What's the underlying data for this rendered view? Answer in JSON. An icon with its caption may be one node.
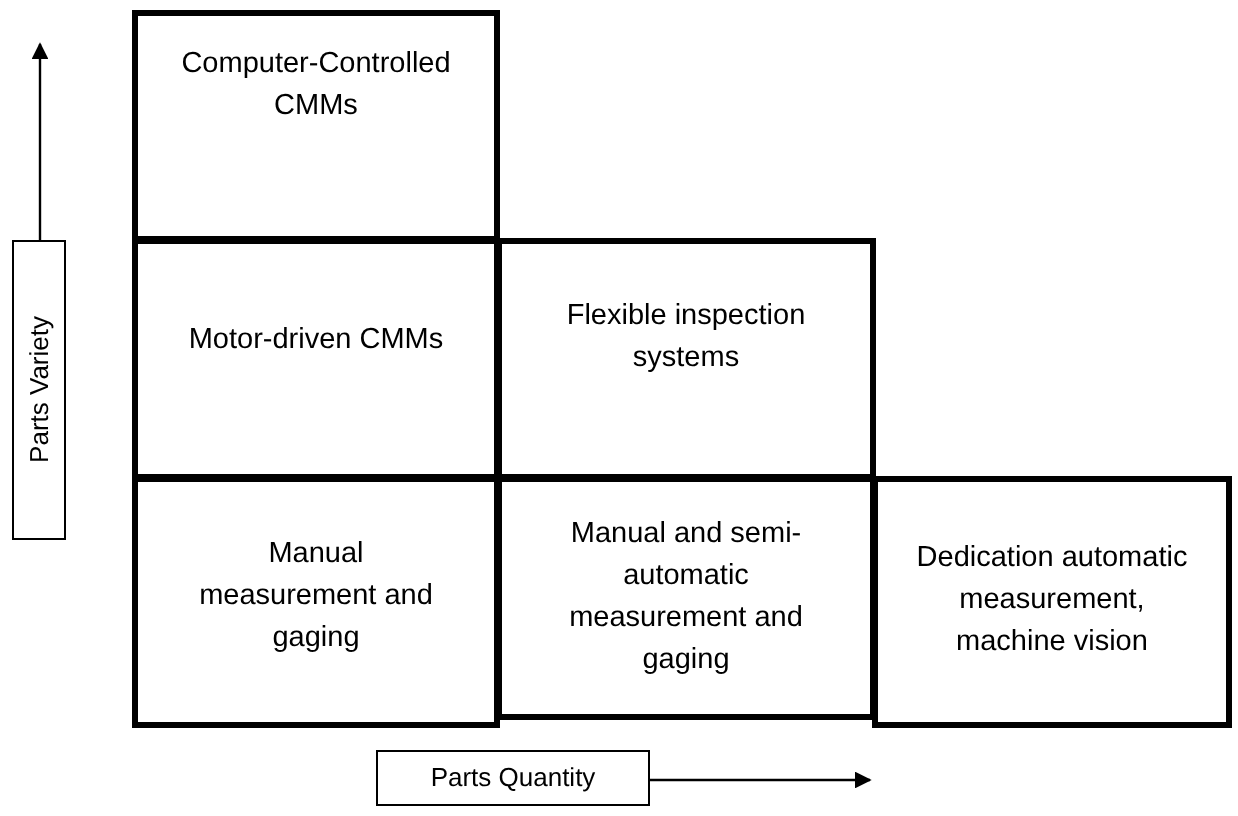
{
  "diagram": {
    "nodes": [
      {
        "text": [
          "Computer-Controlled CMMs"
        ]
      },
      {
        "text": [
          "Motor-driven CMMs"
        ]
      },
      {
        "text": [
          "Flexible inspection systems"
        ]
      },
      {
        "text": [
          "Manual measurement and gaging"
        ]
      },
      {
        "text": [
          "Manual and semi-automatic measurement and gaging"
        ]
      },
      {
        "text": [
          "Dedication automatic measurement, machine vision"
        ]
      },
      {
        "text": [
          "Parts Variety"
        ]
      },
      {
        "text": [
          "Parts Quantity"
        ]
      }
    ],
    "edges": [
      {
        "from": 6,
        "to": null,
        "arrow": "to"
      },
      {
        "from": 7,
        "to": null,
        "arrow": "to"
      }
    ]
  }
}
